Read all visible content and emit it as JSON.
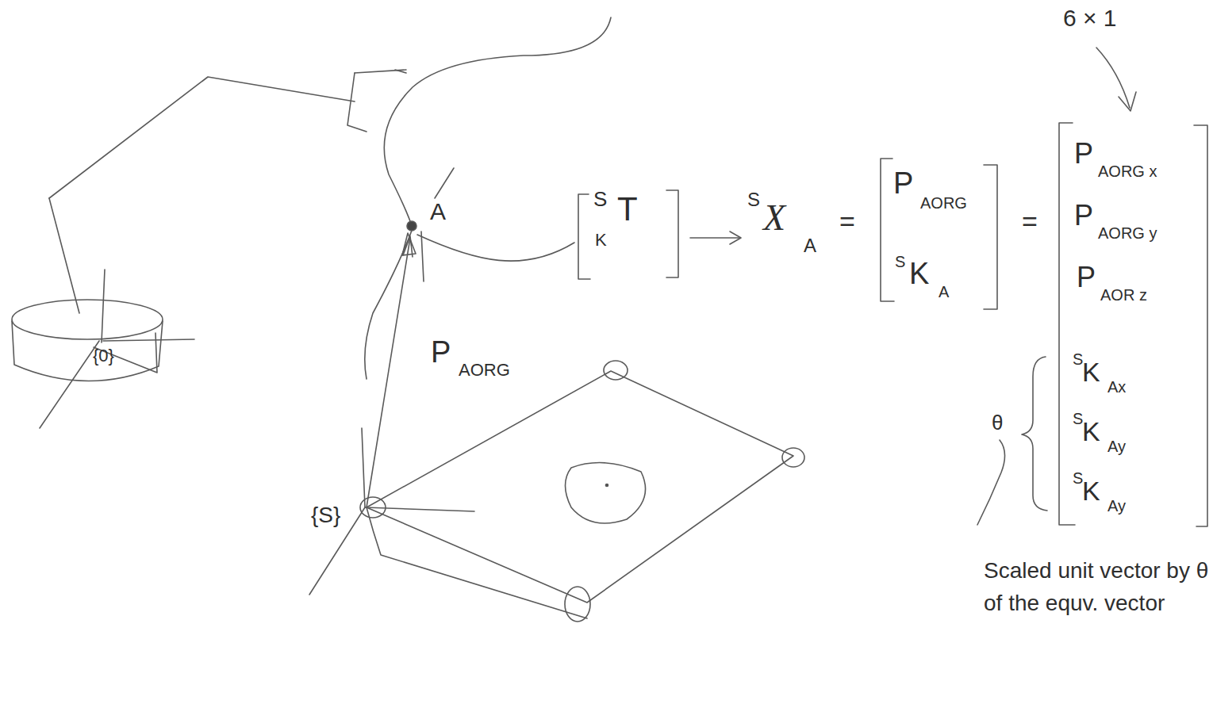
{
  "diagram": {
    "labels": [
      "6 × 1",
      "A",
      "{0}",
      "{S}",
      "P",
      "AORG",
      "S",
      "K",
      "T",
      "S",
      "X",
      "A",
      "=",
      "P",
      "AORG",
      "S",
      "K",
      "A",
      "=",
      "P",
      "AORG x",
      "P",
      "AORG y",
      "P",
      "AOR z",
      "S",
      "K",
      "Ax",
      "S",
      "K",
      "Ay",
      "S",
      "K",
      "Ay",
      "θ",
      "Scaled unit vector by θ of the equv. vector"
    ]
  }
}
